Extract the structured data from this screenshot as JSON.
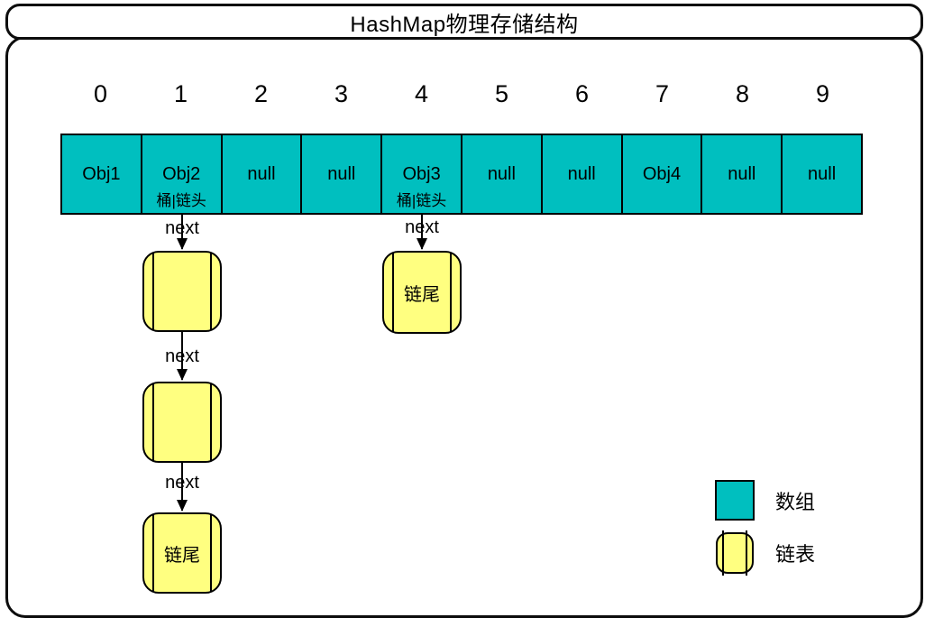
{
  "title": "HashMap物理存储结构",
  "array": {
    "indices": [
      "0",
      "1",
      "2",
      "3",
      "4",
      "5",
      "6",
      "7",
      "8",
      "9"
    ],
    "cells": [
      {
        "value": "Obj1",
        "sub": ""
      },
      {
        "value": "Obj2",
        "sub": "桶|链头"
      },
      {
        "value": "null",
        "sub": ""
      },
      {
        "value": "null",
        "sub": ""
      },
      {
        "value": "Obj3",
        "sub": "桶|链头"
      },
      {
        "value": "null",
        "sub": ""
      },
      {
        "value": "null",
        "sub": ""
      },
      {
        "value": "Obj4",
        "sub": ""
      },
      {
        "value": "null",
        "sub": ""
      },
      {
        "value": "null",
        "sub": ""
      }
    ]
  },
  "chains": [
    {
      "anchor_index": "1",
      "edges": [
        "next",
        "next",
        "next"
      ],
      "nodes": [
        "",
        "",
        "链尾"
      ]
    },
    {
      "anchor_index": "4",
      "edges": [
        "next"
      ],
      "nodes": [
        "链尾"
      ]
    }
  ],
  "legend": [
    {
      "label": "数组",
      "swatch": "array"
    },
    {
      "label": "链表",
      "swatch": "linked-list"
    }
  ],
  "colors": {
    "array_fill": "#00bfbf",
    "list_fill": "#ffff80",
    "outline": "#000000"
  }
}
